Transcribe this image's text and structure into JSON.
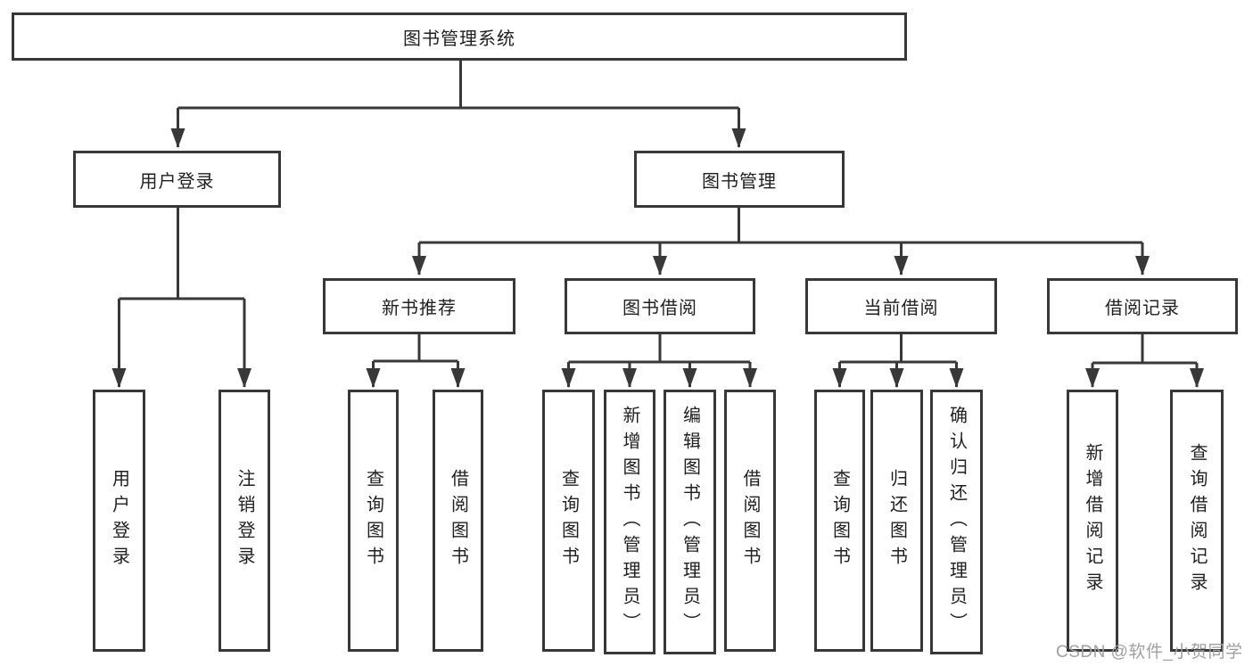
{
  "diagram": {
    "root": "图书管理系统",
    "level2": [
      "用户登录",
      "图书管理"
    ],
    "level3": [
      "新书推荐",
      "图书借阅",
      "当前借阅",
      "借阅记录"
    ],
    "leaves": {
      "user_login": [
        "用户登录",
        "注销登录"
      ],
      "new_book": [
        "查询图书",
        "借阅图书"
      ],
      "book_borrow": [
        "查询图书",
        "新增图书（管理员）",
        "编辑图书（管理员）",
        "借阅图书"
      ],
      "current_borrow": [
        "查询图书",
        "归还图书",
        "确认归还（管理员）"
      ],
      "records": [
        "新增借阅记录",
        "查询借阅记录"
      ]
    }
  },
  "watermark": "CSDN @软件_小贺同学",
  "colors": {
    "line": "#383838",
    "text": "#1f1f1f",
    "wm": "#a0a0a0",
    "bg": "#ffffff"
  }
}
